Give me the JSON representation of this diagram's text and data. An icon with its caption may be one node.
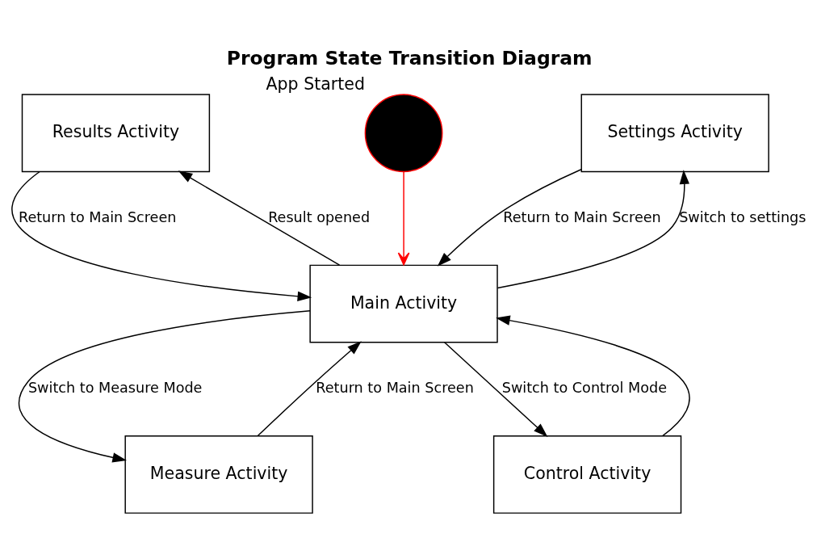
{
  "diagram": {
    "title": "Program State Transition Diagram",
    "nodes": [
      {
        "text": [
          "Results Activity"
        ]
      },
      {
        "text": [],
        "shape": "circle",
        "beside": [
          "App Started"
        ]
      },
      {
        "text": [
          "Settings Activity"
        ]
      },
      {
        "text": [
          "Main Activity"
        ]
      },
      {
        "text": [
          "Measure Activity"
        ]
      },
      {
        "text": [
          "Control Activity"
        ]
      }
    ],
    "edges": [
      {
        "from": 0,
        "to": 3,
        "arrow": "to",
        "label": "Return to Main Screen"
      },
      {
        "from": 1,
        "to": 3,
        "arrow": "to",
        "color": "#ff0000"
      },
      {
        "from": 2,
        "to": 3,
        "arrow": "to",
        "label": "Return to Main Screen"
      },
      {
        "from": 3,
        "to": 0,
        "arrow": "to",
        "label": "Result opened"
      },
      {
        "from": 3,
        "to": 2,
        "arrow": "to",
        "label": "Switch to settings"
      },
      {
        "from": 3,
        "to": 4,
        "arrow": "to",
        "label": "Switch to Measure Mode"
      },
      {
        "from": 3,
        "to": 5,
        "arrow": "to",
        "label": "Switch to Control Mode"
      },
      {
        "from": 4,
        "to": 3,
        "arrow": "to",
        "label": "Return to Main Screen"
      },
      {
        "from": 5,
        "to": 3,
        "arrow": "to"
      }
    ]
  }
}
